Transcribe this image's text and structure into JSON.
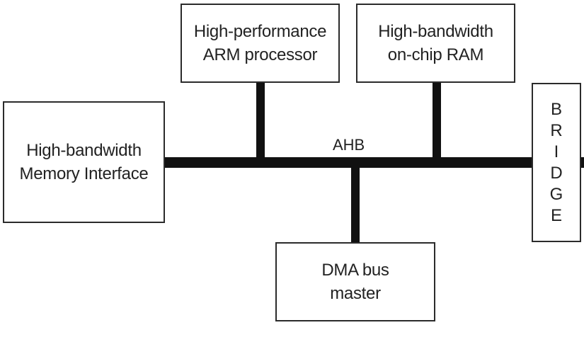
{
  "diagram": {
    "bus_label": "AHB",
    "blocks": {
      "memory_interface": {
        "line1": "High-bandwidth",
        "line2": "Memory Interface"
      },
      "arm_processor": {
        "line1": "High-performance",
        "line2": "ARM processor"
      },
      "onchip_ram": {
        "line1": "High-bandwidth",
        "line2": "on-chip RAM"
      },
      "dma_master": {
        "line1": "DMA bus",
        "line2": "master"
      },
      "bridge": {
        "letters": [
          "B",
          "R",
          "I",
          "D",
          "G",
          "E"
        ]
      }
    }
  }
}
